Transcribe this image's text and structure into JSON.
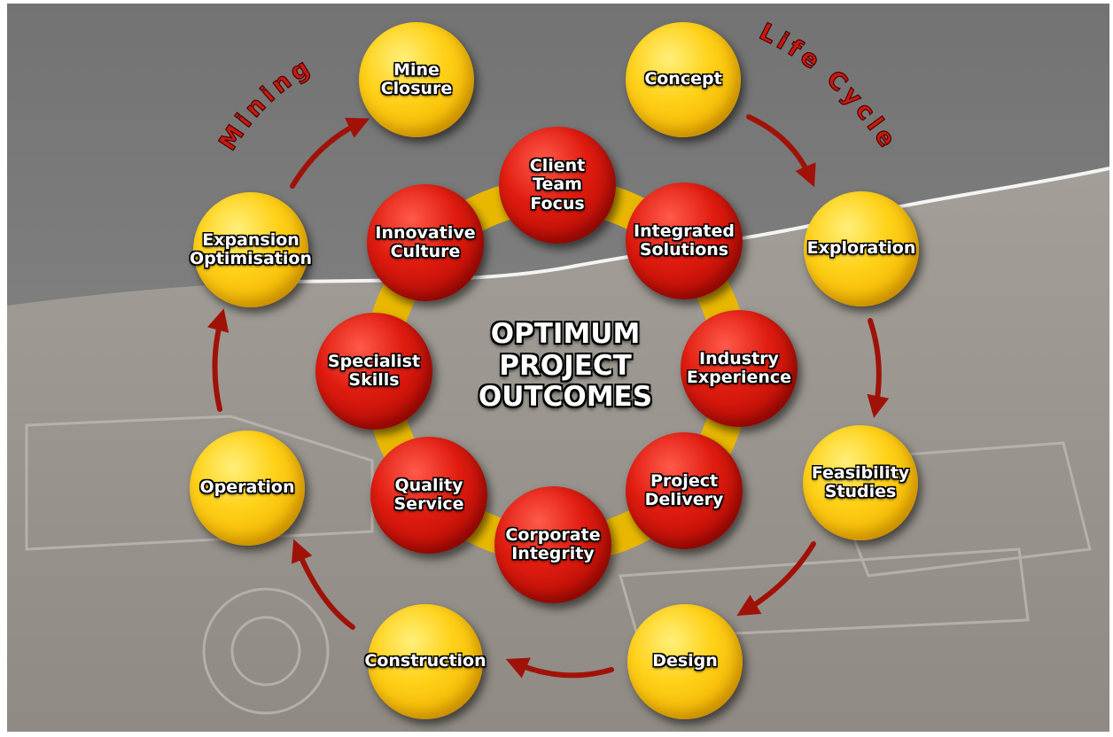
{
  "title_left": "Mining",
  "title_right": "Life Cycle",
  "center": {
    "text": "OPTIMUM\nPROJECT\nOUTCOMES"
  },
  "lifecycle": [
    {
      "id": "mine-closure",
      "label": "Mine\nClosure"
    },
    {
      "id": "concept",
      "label": "Concept"
    },
    {
      "id": "exploration",
      "label": "Exploration"
    },
    {
      "id": "feasibility-studies",
      "label": "Feasibility\nStudies"
    },
    {
      "id": "design",
      "label": "Design"
    },
    {
      "id": "construction",
      "label": "Construction"
    },
    {
      "id": "operation",
      "label": "Operation"
    },
    {
      "id": "expansion-optimisation",
      "label": "Expansion\nOptimisation"
    }
  ],
  "values": [
    {
      "id": "client-team-focus",
      "label": "Client\nTeam\nFocus"
    },
    {
      "id": "integrated-solutions",
      "label": "Integrated\nSolutions"
    },
    {
      "id": "industry-experience",
      "label": "Industry\nExperience"
    },
    {
      "id": "project-delivery",
      "label": "Project\nDelivery"
    },
    {
      "id": "corporate-integrity",
      "label": "Corporate\nIntegrity"
    },
    {
      "id": "quality-service",
      "label": "Quality\nService"
    },
    {
      "id": "specialist-skills",
      "label": "Specialist\nSkills"
    },
    {
      "id": "innovative-culture",
      "label": "Innovative\nCulture"
    }
  ],
  "colors": {
    "lifecycle": "#ffcc00",
    "values": "#d8140a",
    "ring": "#f3c200",
    "arrow": "#a01208",
    "background": "#8a8a8a"
  }
}
